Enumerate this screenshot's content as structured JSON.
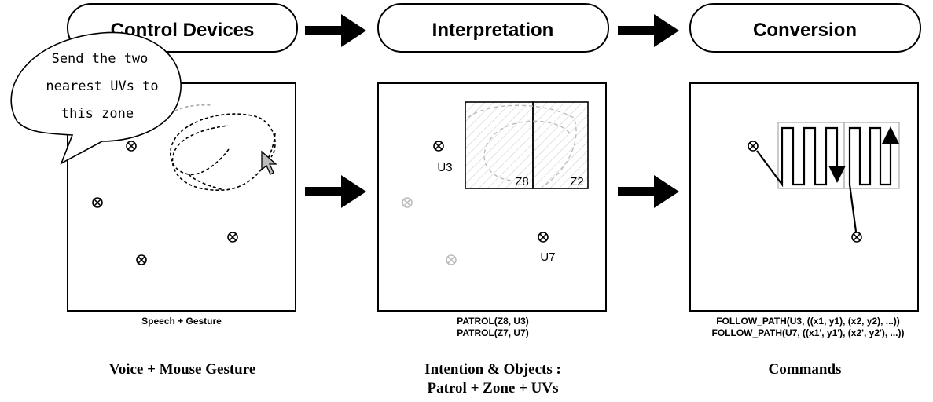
{
  "stages": {
    "control_devices": "Control Devices",
    "interpretation": "Interpretation",
    "conversion": "Conversion"
  },
  "speech_bubble": {
    "line1": "Send the two",
    "line2": "nearest UVs to",
    "line3": "this zone"
  },
  "panel1": {
    "caption": "Speech + Gesture"
  },
  "panel2": {
    "uv_u3": "U3",
    "uv_u7": "U7",
    "zone_z8": "Z8",
    "zone_z2": "Z2",
    "caption_line1": "PATROL(Z8, U3)",
    "caption_line2": "PATROL(Z7, U7)"
  },
  "panel3": {
    "caption_line1": "FOLLOW_PATH(U3, ((x1, y1), (x2, y2), ...))",
    "caption_line2": "FOLLOW_PATH(U7, ((x1', y1'), (x2', y2'), ...))"
  },
  "bottom": {
    "voice_mouse": "Voice + Mouse Gesture",
    "intention_line1": "Intention & Objects :",
    "intention_line2": "Patrol + Zone + UVs",
    "commands": "Commands"
  },
  "icons": {
    "uv_marker": "circled-x-icon",
    "cursor": "mouse-pointer-icon",
    "flow_arrow": "right-arrow-icon"
  }
}
